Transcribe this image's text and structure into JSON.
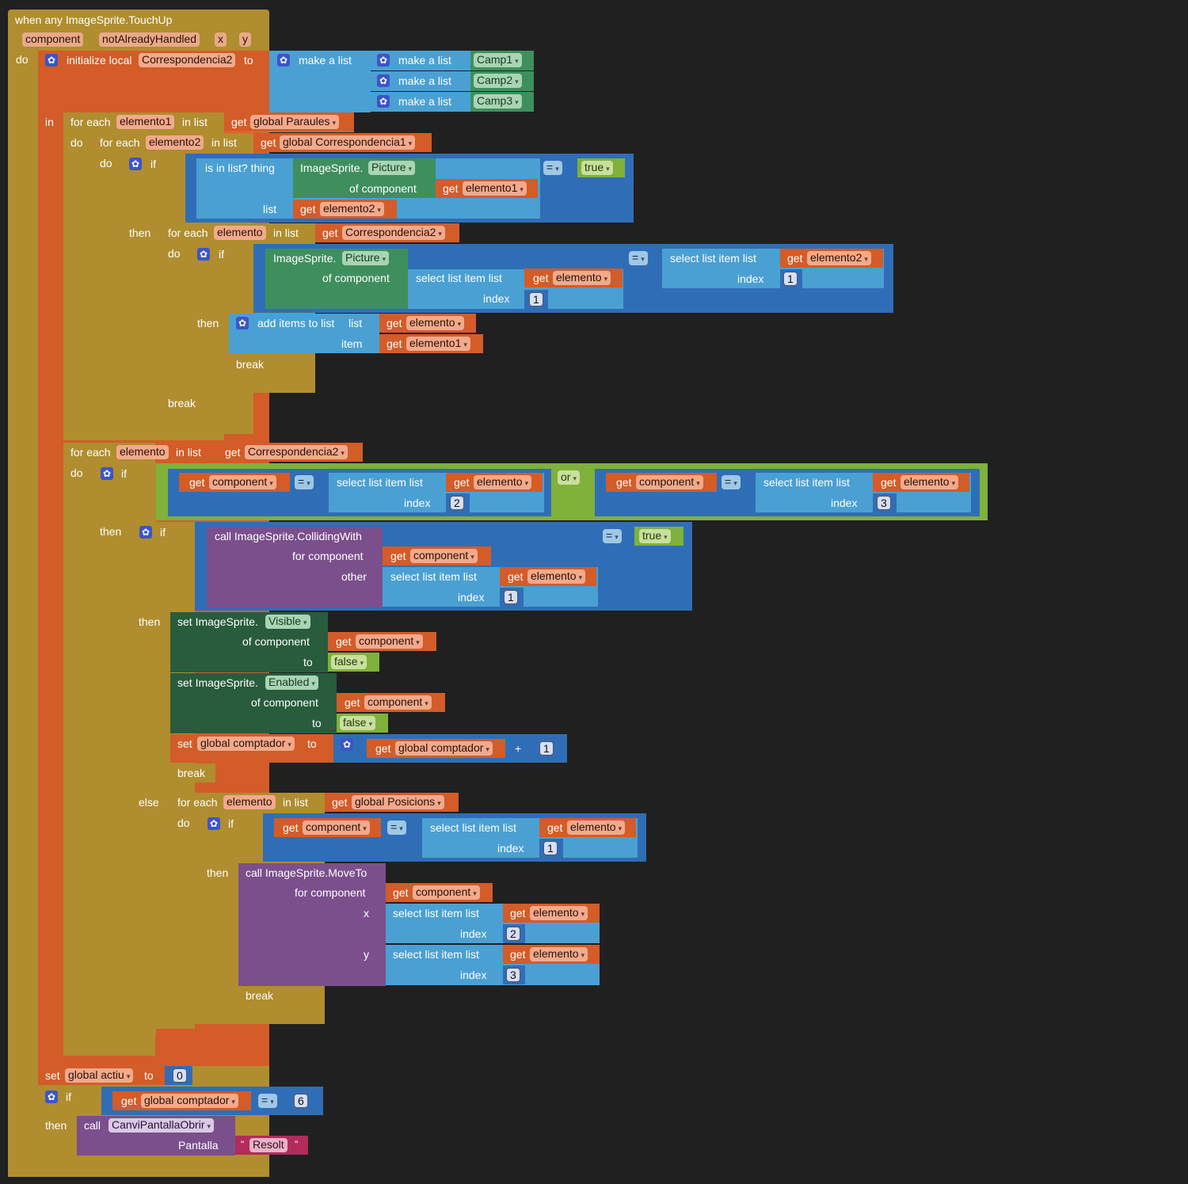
{
  "event": {
    "when": "when any ImageSprite.TouchUp",
    "params": [
      "component",
      "notAlreadyHandled",
      "x",
      "y"
    ],
    "do": "do"
  },
  "init": {
    "label": "initialize local",
    "var": "Correspondencia2",
    "to": "to",
    "make_list": "make a list",
    "rows": [
      "Camp1",
      "Camp2",
      "Camp3"
    ],
    "in": "in"
  },
  "kw": {
    "for_each": "for each",
    "in_list": "in list",
    "do": "do",
    "if": "if",
    "then": "then",
    "else": "else",
    "get": "get",
    "list": "list",
    "index": "index",
    "item": "item",
    "break": "break",
    "set": "set",
    "to": "to",
    "of_component": "of component",
    "for_component": "for component",
    "other": "other",
    "x": "x",
    "y": "y",
    "eq": "=",
    "or": "or",
    "plus": "+",
    "true": "true",
    "false": "false",
    "call": "call"
  },
  "loop1": {
    "var": "elemento1",
    "list": "global Paraules",
    "inner_var": "elemento2",
    "inner_list": "global Correspondencia1",
    "is_in_list": "is in list? thing",
    "sprite": "ImageSprite.",
    "picture": "Picture",
    "comp_get": "elemento1",
    "list_get": "elemento2"
  },
  "loop1b": {
    "var": "elemento",
    "list": "Correspondencia2",
    "select": "select list item  list",
    "sel_get": "elemento",
    "idx1": "1",
    "rhs_select": "select list item  list",
    "rhs_get": "elemento2",
    "add_items": "add items to list",
    "list_get": "elemento",
    "item_get": "elemento1"
  },
  "loop2": {
    "var": "elemento",
    "list": "Correspondencia2",
    "cmp_get": "component",
    "sel_get": "elemento",
    "idx2": "2",
    "idx3": "3"
  },
  "colliding": {
    "call": "call ImageSprite.CollidingWith",
    "comp": "component",
    "sel_get": "elemento",
    "idx": "1"
  },
  "set_visible": {
    "label": "set ImageSprite.",
    "prop": "Visible",
    "comp": "component"
  },
  "set_enabled": {
    "label": "set ImageSprite.",
    "prop": "Enabled",
    "comp": "component"
  },
  "set_comptador": {
    "var": "global comptador",
    "get": "global comptador",
    "n": "1"
  },
  "else_loop": {
    "var": "elemento",
    "list": "global Posicions",
    "cmp": "component",
    "sel_get": "elemento",
    "idx": "1"
  },
  "moveto": {
    "call": "call ImageSprite.MoveTo",
    "comp": "component",
    "sel_get": "elemento",
    "idx_x": "2",
    "idx_y": "3"
  },
  "set_actiu": {
    "var": "global actiu",
    "value": "0"
  },
  "final_if": {
    "get": "global comptador",
    "n": "6"
  },
  "call_proc": {
    "proc": "CanviPantallaObrir",
    "arg": "Pantalla",
    "quote": "\"",
    "text": "Resolt"
  },
  "colors": {
    "control": "#b08d2f",
    "variable": "#d35c28",
    "list": "#4aa0d3",
    "logic": "#7fb13b",
    "math": "#2f6eb6",
    "component": "#3f8f5e",
    "procedure": "#7b4f8c",
    "text": "#b22b5d"
  }
}
